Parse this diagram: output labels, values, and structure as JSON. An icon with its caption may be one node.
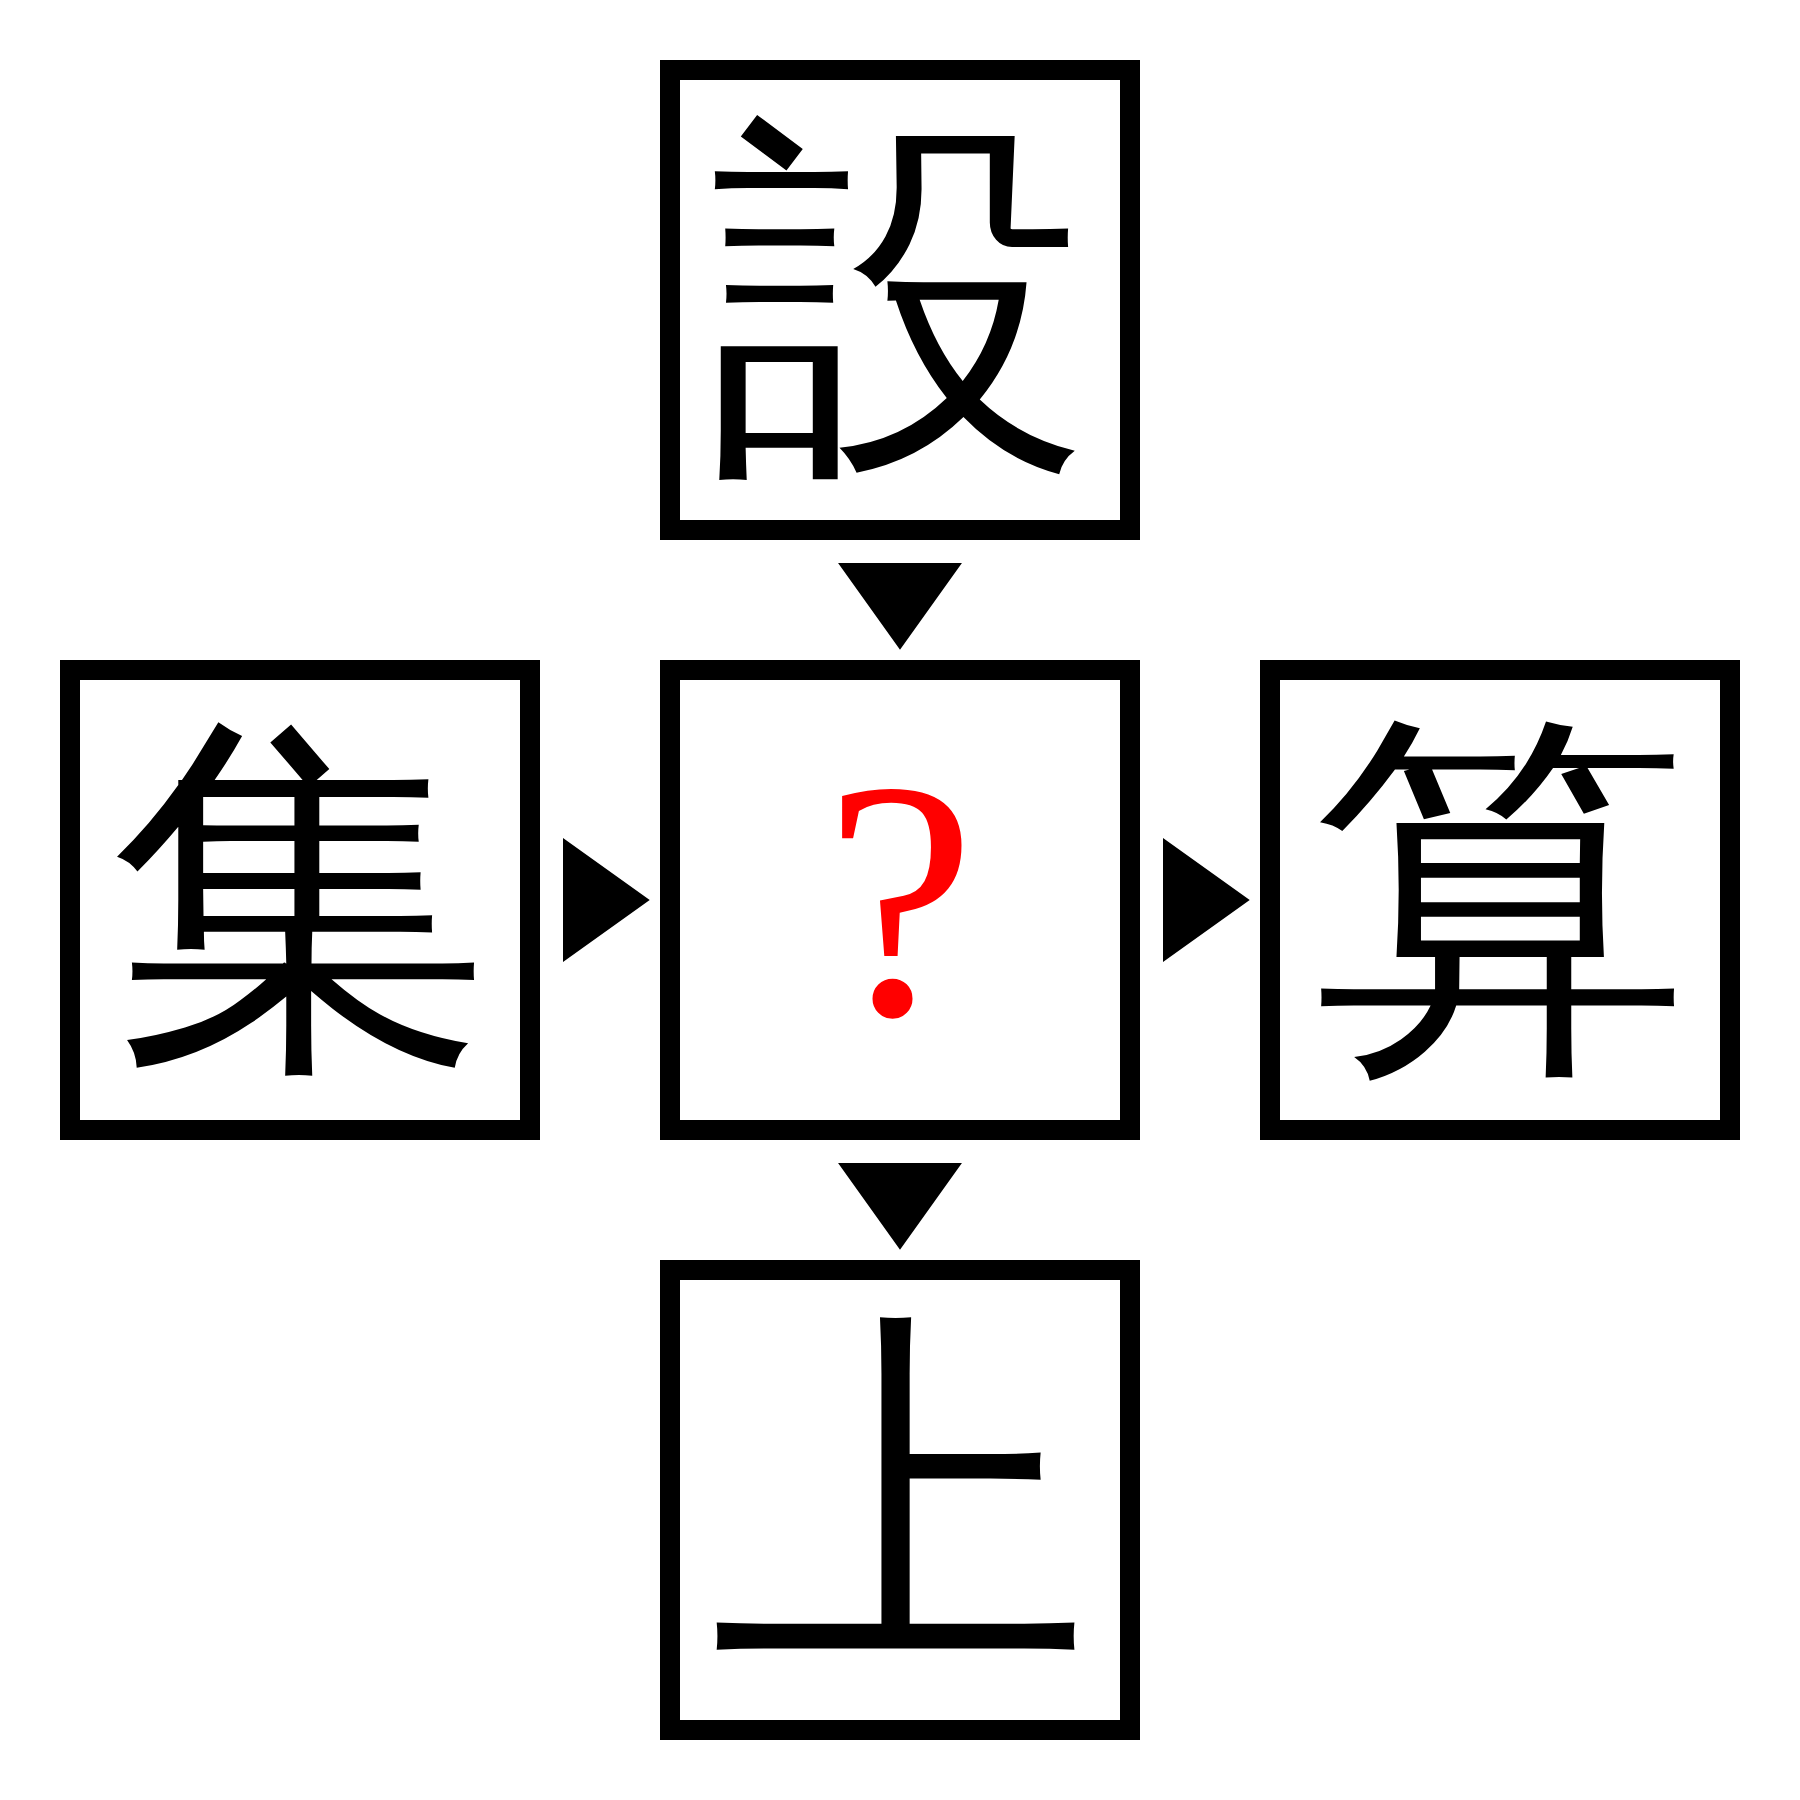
{
  "diagram": {
    "nodes": [
      {
        "text": [
          "設"
        ]
      },
      {
        "text": [
          "集"
        ]
      },
      {
        "text": [
          "?"
        ]
      },
      {
        "text": [
          "算"
        ]
      },
      {
        "text": [
          "上"
        ]
      }
    ],
    "edges": [
      {
        "from": 0,
        "to": 2,
        "arrow": "to"
      },
      {
        "from": 1,
        "to": 2,
        "arrow": "to"
      },
      {
        "from": 2,
        "to": 3,
        "arrow": "to"
      },
      {
        "from": 2,
        "to": 4,
        "arrow": "to"
      }
    ]
  }
}
